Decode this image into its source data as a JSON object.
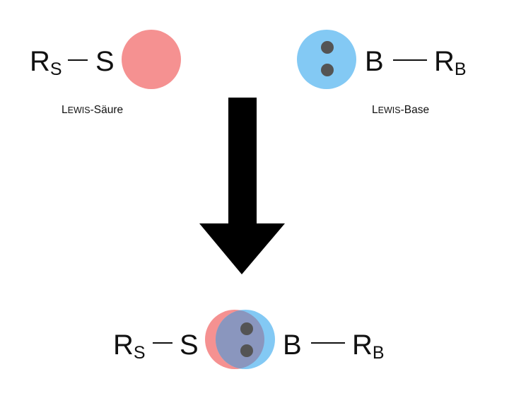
{
  "acid": {
    "symbol": "S",
    "substituent": "R",
    "substituent_subscript": "S",
    "caption_prefix": "Lewis",
    "caption_suffix": "-Säure",
    "color": "#f59191"
  },
  "base": {
    "symbol": "B",
    "substituent": "R",
    "substituent_subscript": "B",
    "caption_prefix": "Lewis",
    "caption_suffix": "-Base",
    "color": "#83c9f4",
    "lone_pair_color": "#545454"
  },
  "adduct": {
    "overlap_color": "#8a96be"
  },
  "arrow_color": "#000000"
}
